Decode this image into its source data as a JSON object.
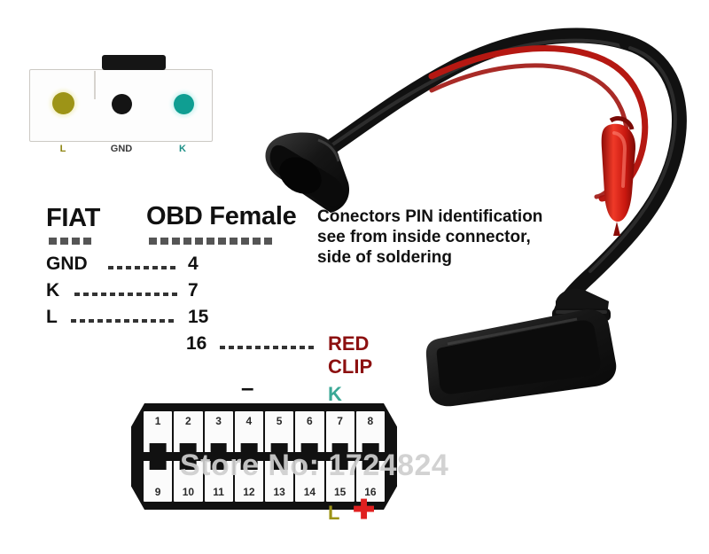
{
  "product": {
    "watermark": "Store No: 1724824"
  },
  "fiat_connector_diagram": {
    "title_icon": "fiat-3pin-connector-icon",
    "pins": [
      {
        "label": "L",
        "color": "#9d9417"
      },
      {
        "label": "GND",
        "color": "#141414"
      },
      {
        "label": "K",
        "color": "#0f9e92"
      }
    ]
  },
  "headings": {
    "left": "FIAT",
    "right": "OBD Female"
  },
  "note": {
    "line1": "Conectors PIN identification",
    "line2": "see from inside connector,",
    "line3": "side of soldering"
  },
  "pin_mapping": {
    "rows": [
      {
        "signal": "GND",
        "pin": "4",
        "target": ""
      },
      {
        "signal": "K",
        "pin": "7",
        "target": ""
      },
      {
        "signal": "L",
        "pin": "15",
        "target": ""
      },
      {
        "signal": "16",
        "pin": "",
        "target": "RED CLIP"
      }
    ],
    "target_color": "#8c1010"
  },
  "obd_connector": {
    "name": "obd-ii-16-pin-female-connector",
    "top_row": [
      "1",
      "2",
      "3",
      "4",
      "5",
      "6",
      "7",
      "8"
    ],
    "bottom_row": [
      "9",
      "10",
      "11",
      "12",
      "13",
      "14",
      "15",
      "16"
    ],
    "markers": {
      "minus": "–",
      "k": "K",
      "l": "L",
      "plus": "✚"
    },
    "marker_colors": {
      "k": "#3aa896",
      "l": "#9d9417",
      "plus": "#e02020",
      "minus": "#111111"
    }
  },
  "photo": {
    "description": "fiat-3pin-to-obd2-adapter-cable-photo",
    "parts": [
      "fiat-3pin-male-connector",
      "black-cable",
      "red-wire",
      "red-alligator-clip",
      "obd2-female-connector"
    ],
    "colors": {
      "cable_black": "#111111",
      "wire_red": "#c01414",
      "clip_red": "#e02b1e",
      "connector_black": "#171717"
    }
  }
}
